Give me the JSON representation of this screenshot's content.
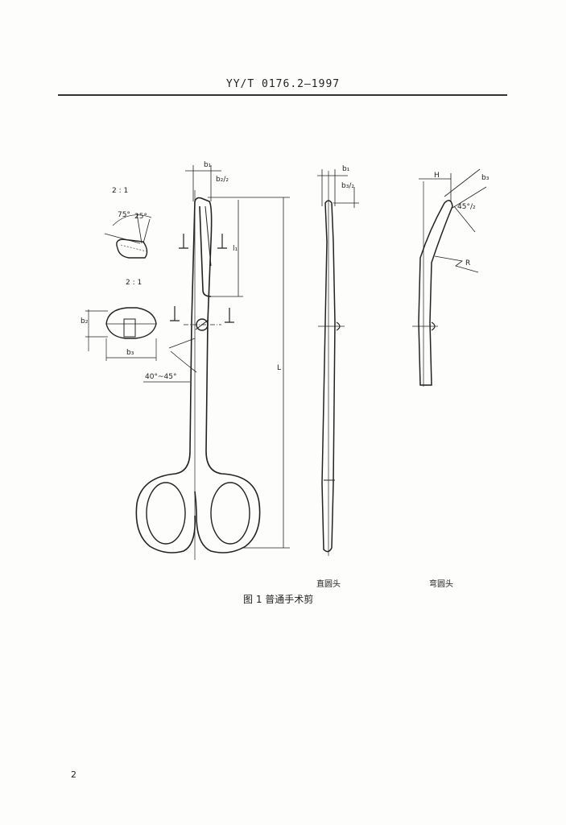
{
  "header": {
    "standard_no": "YY/T 0176.2—1997"
  },
  "figure": {
    "caption": "图 1   普通手术剪",
    "label_straight": "直圆头",
    "label_curved": "弯圆头",
    "scale_a": "2 : 1",
    "scale_b": "2 : 1",
    "angle_75": "75°",
    "angle_25": "25°",
    "angle_range": "40°~45°",
    "dim_b1": "b₁",
    "dim_b2": "b₂",
    "dim_b3": "b₃",
    "dim_l": "L",
    "dim_l1": "l₁",
    "dim_h": "H",
    "dim_r": "R",
    "dim_b2_over_2": "b₂/₂",
    "dim_b3_over_2": "b₃/₂",
    "dim_45_over_2": "45°/₂"
  },
  "page_number": "2"
}
